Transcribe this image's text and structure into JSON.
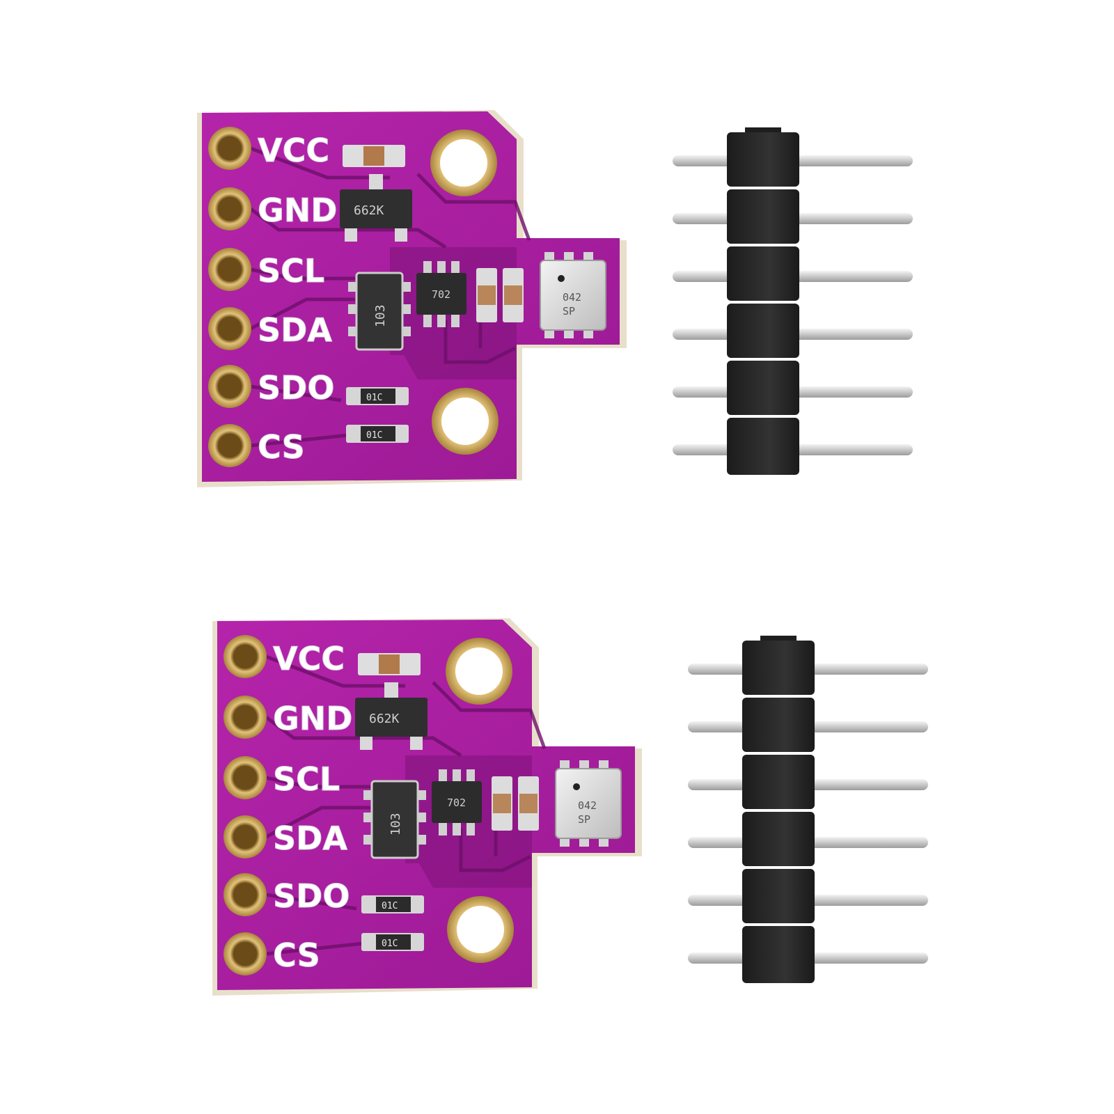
{
  "modules": [
    {
      "pins": [
        "VCC",
        "GND",
        "SCL",
        "SDA",
        "SDO",
        "CS"
      ],
      "chips": {
        "regulator": "662K",
        "transistor_array": "103",
        "level_shifter": "702",
        "resistor_1": "01C",
        "resistor_2": "01C",
        "sensor_line1": "042",
        "sensor_line2": "SP"
      },
      "header_pin_count": 6
    },
    {
      "pins": [
        "VCC",
        "GND",
        "SCL",
        "SDA",
        "SDO",
        "CS"
      ],
      "chips": {
        "regulator": "662K",
        "transistor_array": "103",
        "level_shifter": "702",
        "resistor_1": "01C",
        "resistor_2": "01C",
        "sensor_line1": "042",
        "sensor_line2": "SP"
      },
      "header_pin_count": 6
    }
  ],
  "colors": {
    "pcb": "#a81fa0",
    "pcb_dark": "#7c1278",
    "gold": "#c9a45a",
    "header_black": "#2a2a2a",
    "pin_silver": "#d8d8d8"
  }
}
